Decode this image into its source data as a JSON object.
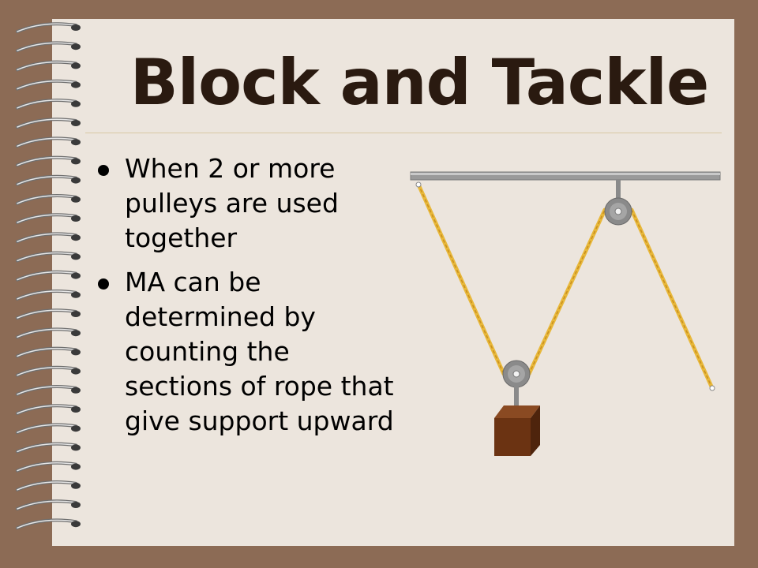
{
  "slide": {
    "title": "Block and Tackle",
    "bullets": [
      "When 2 or more pulleys are used together",
      "MA can be determined by counting the sections of rope that give support upward"
    ]
  },
  "colors": {
    "background": "#8c6b55",
    "paper": "#ece5dd",
    "rope": "#e8b83a",
    "pulley": "#8a8a8a",
    "block": "#6b3312"
  }
}
